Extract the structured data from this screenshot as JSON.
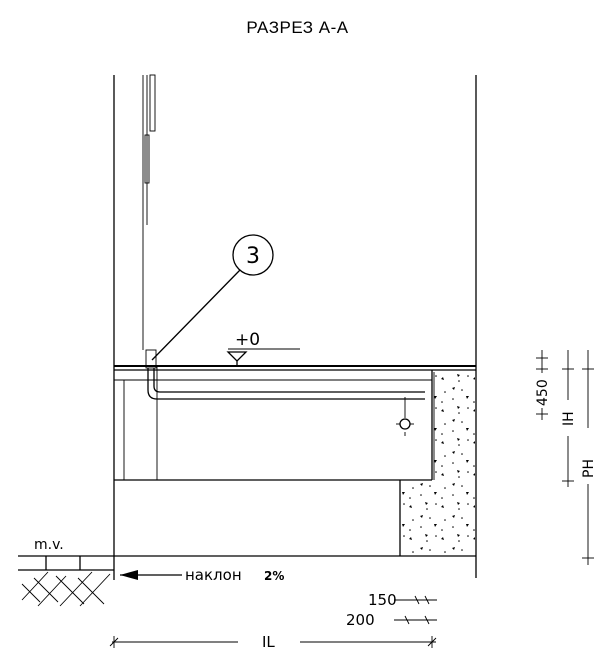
{
  "title": "РАЗРЕЗ А-А",
  "callout": {
    "number": "3"
  },
  "level_mark": "+0",
  "ground_label": "m.v.",
  "slope": {
    "word": "наклон",
    "value": "2%"
  },
  "dims": {
    "bottom": [
      "150",
      "200"
    ],
    "length": "IL",
    "right": [
      "450",
      "IH",
      "PH"
    ]
  }
}
